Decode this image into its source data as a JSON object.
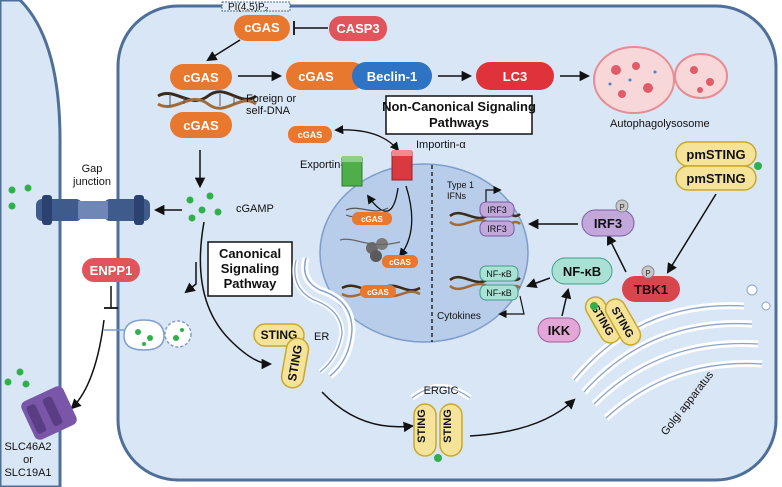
{
  "colors": {
    "cell_fill": "#d9e6f6",
    "cell_stroke": "#4d6f9a",
    "nucleus_fill": "#b8cdea",
    "cgas_orange": "#e8782d",
    "beclin_blue": "#2f73c4",
    "lc3_red": "#e0323a",
    "casp3_red": "#e0555c",
    "sting_yellow": "#f5e39a",
    "sting_stroke": "#c9a92a",
    "irf3_purple": "#c1a7da",
    "nfkb_teal": "#a9e2d4",
    "ikk_pink": "#e2a7d7",
    "tbk1_red": "#d8454c",
    "gamp_green": "#2fb04a"
  },
  "labels": {
    "pip2": "PI(4,5)P₂",
    "cgas": "cGAS",
    "casp3": "CASP3",
    "beclin": "Beclin-1",
    "lc3": "LC3",
    "foreign_dna": [
      "Foreign or",
      "self-DNA"
    ],
    "autophagolysosome": "Autophagolysosome",
    "noncanonical": [
      "Non-Canonical Signaling",
      "Pathways"
    ],
    "canonical": [
      "Canonical",
      "Signaling",
      "Pathway"
    ],
    "importin": "Importin-α",
    "exportin": "Exportin-1",
    "gap_junction": [
      "Gap",
      "junction"
    ],
    "cgamp": "cGAMP",
    "enpp1": "ENPP1",
    "slc": [
      "SLC46A2",
      "or",
      "SLC19A1"
    ],
    "type1_ifns": [
      "Type 1",
      "IFNs"
    ],
    "cytokines": "Cytokines",
    "irf3": "IRF3",
    "nfkb": "NF-κB",
    "ikk": "IKK",
    "tbk1": "TBK1",
    "pmsting": "pmSTING",
    "sting": "STING",
    "er": "ER",
    "ergic": "ERGIC",
    "golgi": "Golgi apparatus",
    "p": "P"
  }
}
